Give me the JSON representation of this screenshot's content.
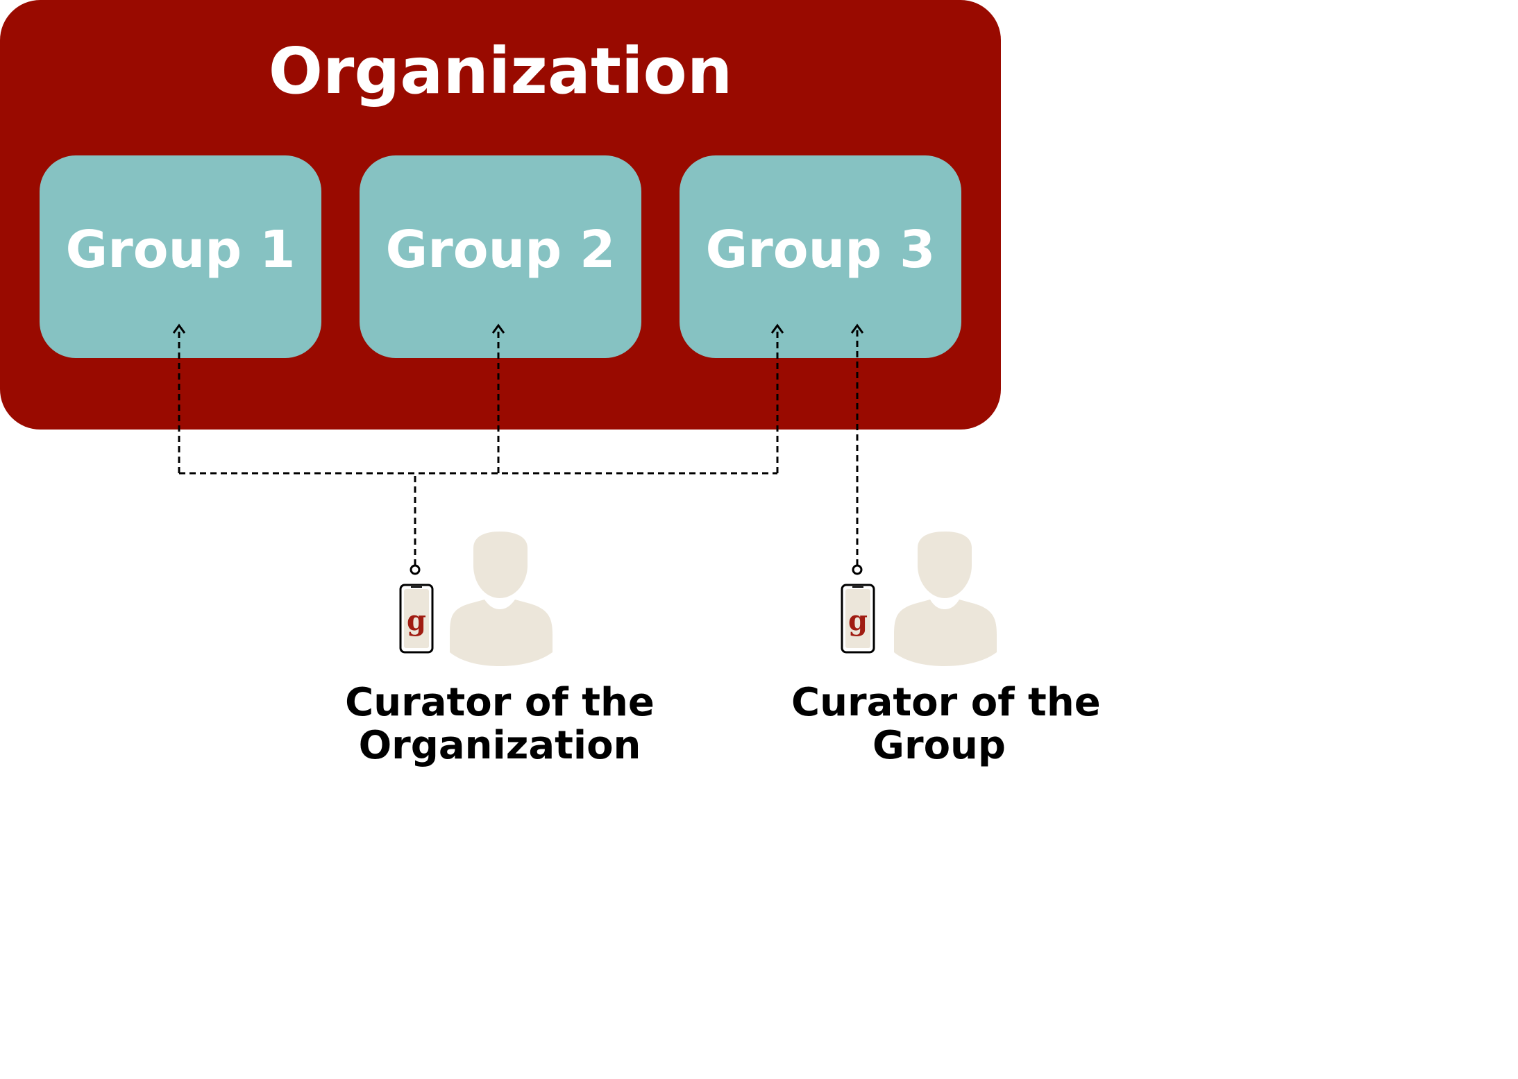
{
  "organization": {
    "title": "Organization"
  },
  "groups": [
    {
      "label": "Group 1"
    },
    {
      "label": "Group 2"
    },
    {
      "label": "Group 3"
    }
  ],
  "curators": [
    {
      "line1": "Curator of the",
      "line2": "Organization",
      "icon": "person-with-phone-icon"
    },
    {
      "line1": "Curator of the",
      "line2": "Group",
      "icon": "person-with-phone-icon"
    }
  ],
  "phone_logo": "g",
  "colors": {
    "organization": "#990a00",
    "group": "#86c2c2",
    "person": "#ece6da",
    "connector": "#000000",
    "logo": "#a01c12"
  }
}
